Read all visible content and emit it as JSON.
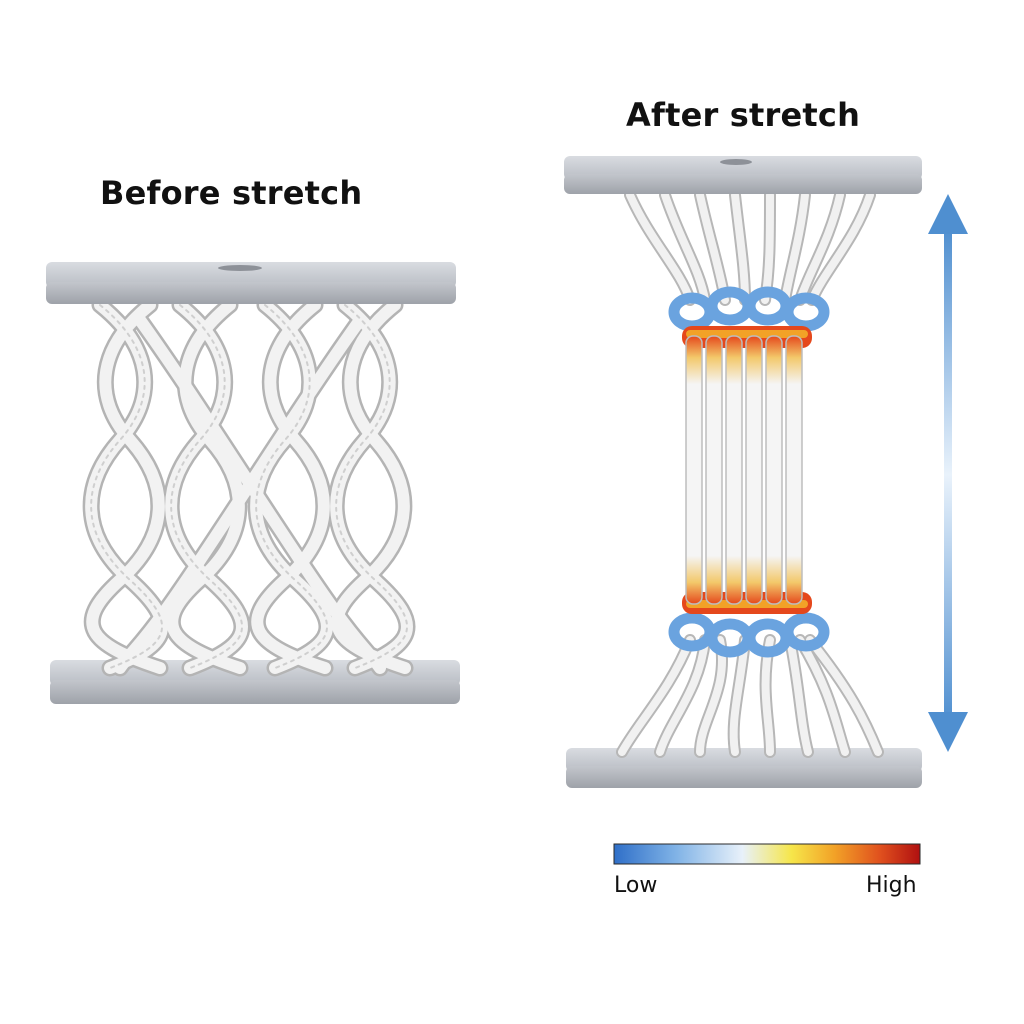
{
  "panels": {
    "before": {
      "title": "Before stretch"
    },
    "after": {
      "title": "After stretch"
    }
  },
  "colorbar": {
    "low_label": "Low",
    "high_label": "High",
    "stops": [
      "#2f6fc8",
      "#7fb2e6",
      "#e8f1fa",
      "#f6e64a",
      "#f2a227",
      "#e0501e",
      "#b01010"
    ]
  },
  "colors": {
    "plate": "#c9ccd2",
    "rope": "#f1f1f1",
    "rope_shadow": "#b9b9b9",
    "arrow": "#5b9bd5",
    "low_strain": "#6aa3df",
    "high_strain": "#e5481c"
  }
}
